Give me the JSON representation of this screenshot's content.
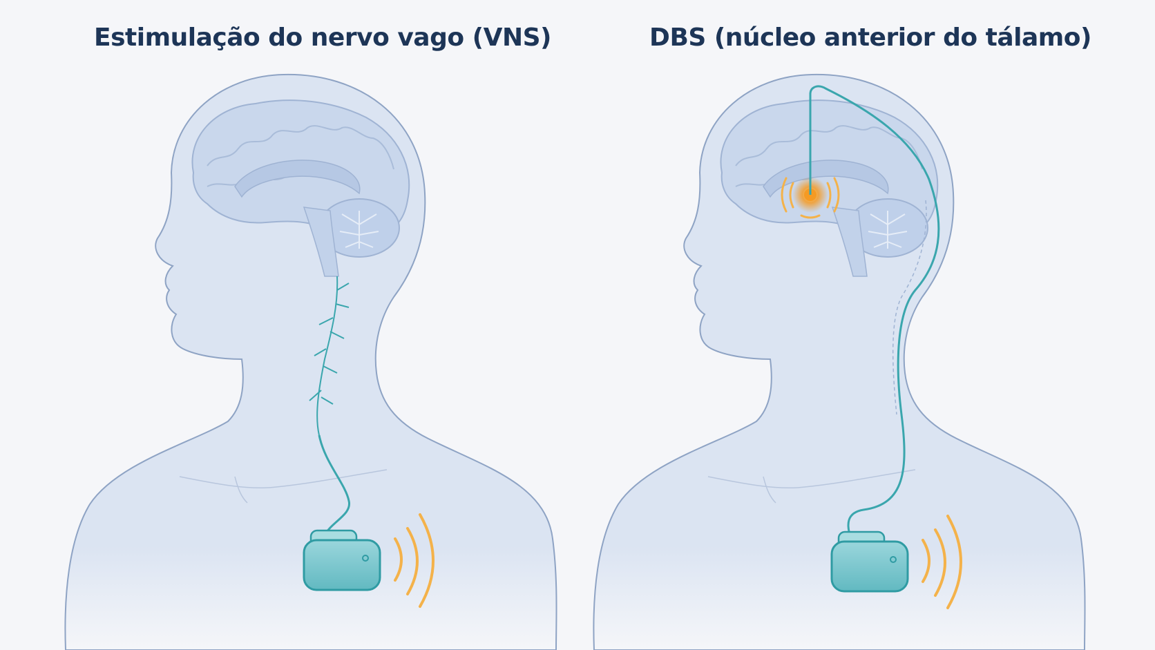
{
  "panels": [
    {
      "id": "vns",
      "title": "Estimulação do nervo vago (VNS)"
    },
    {
      "id": "dbs",
      "title": "DBS (núcleo anterior do tálamo)"
    }
  ],
  "colors": {
    "background": "#f5f6f9",
    "title": "#1d3557",
    "body_fill": "#dbe4f2",
    "body_outline": "#8ea3c4",
    "brain_fill": "#c9d7ec",
    "brain_outline": "#9fb3d3",
    "lead_wire": "#3aa6ad",
    "device_fill": "#7cc8cf",
    "device_outline": "#2f9ba3",
    "signal_waves": "#f4b24a",
    "stimulation_target": "#f59a23"
  },
  "icons": {
    "vns": [
      "head-silhouette",
      "brain-icon",
      "vagus-nerve-icon",
      "lead-wire",
      "pulse-generator-icon",
      "signal-waves-icon"
    ],
    "dbs": [
      "head-silhouette",
      "brain-icon",
      "thalamus-target-icon",
      "lead-wire",
      "pulse-generator-icon",
      "signal-waves-icon"
    ]
  }
}
